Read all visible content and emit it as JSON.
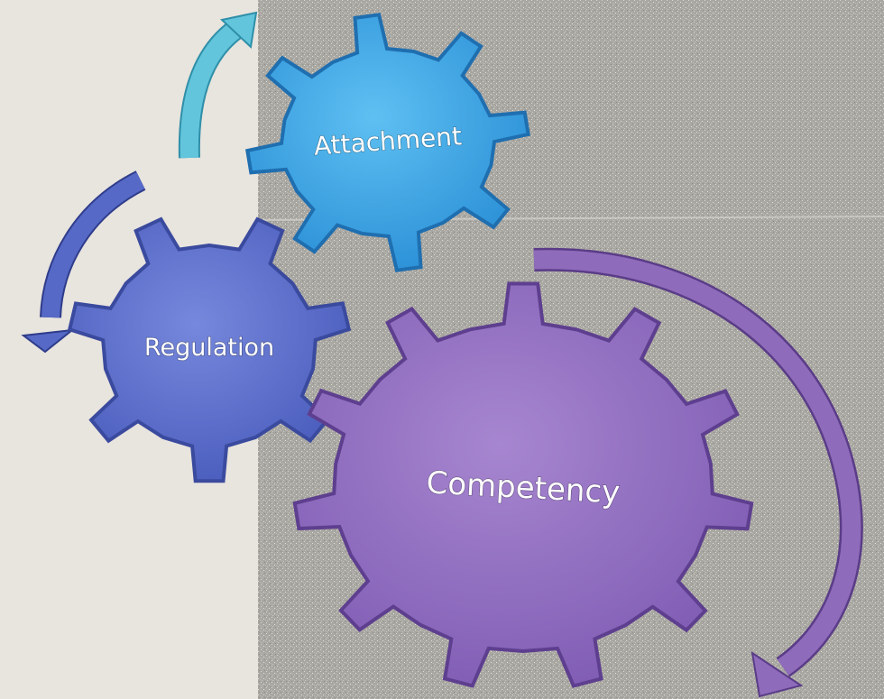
{
  "gears": [
    {
      "id": "attachment",
      "label": "Attachment",
      "color_fill": "#3aa4e4",
      "color_edge": "#1f6fb0"
    },
    {
      "id": "regulation",
      "label": "Regulation",
      "color_fill": "#5b6fcc",
      "color_edge": "#3a4a9e"
    },
    {
      "id": "competency",
      "label": "Competency",
      "color_fill": "#9270c0",
      "color_edge": "#5e3f8f"
    }
  ],
  "arrows": [
    {
      "id": "attachment-arrow",
      "color": "#63c5dc"
    },
    {
      "id": "regulation-arrow",
      "color": "#5669c6"
    },
    {
      "id": "competency-arrow",
      "color": "#8f6bbb"
    }
  ],
  "colors": {
    "left_background": "#e8e4de",
    "right_background": "#a7a5a0"
  }
}
